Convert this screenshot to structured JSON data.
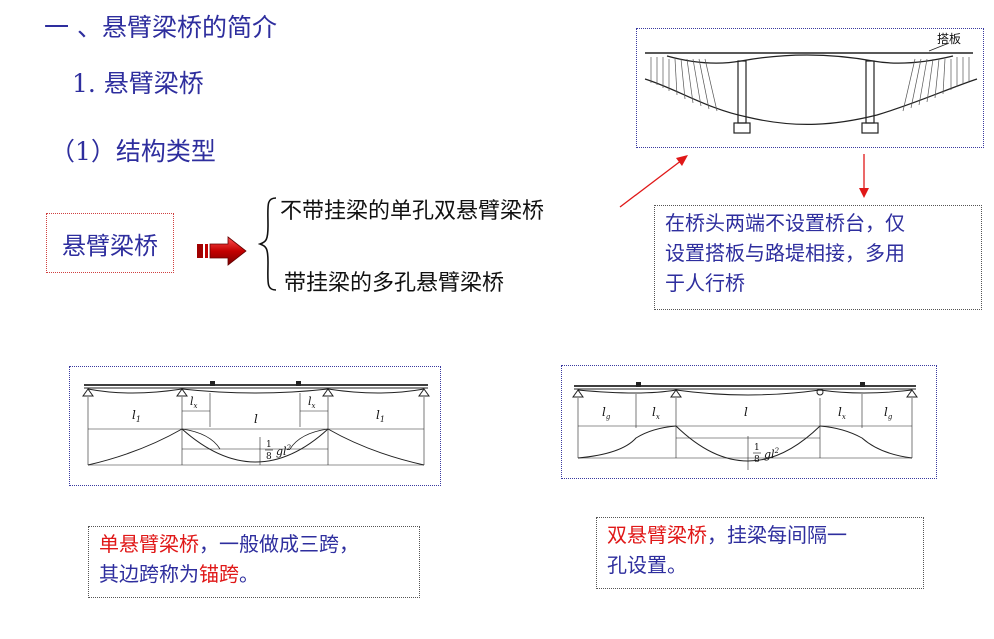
{
  "headings": {
    "h1": "一 、悬臂梁桥的简介",
    "h2": "1.  悬臂梁桥",
    "h3": "（1）结构类型"
  },
  "main": {
    "label": "悬臂梁桥",
    "branch1": "不带挂梁的单孔双悬臂梁桥",
    "branch2": "带挂梁的多孔悬臂梁桥"
  },
  "top_figure": {
    "label": "搭板"
  },
  "note_right": {
    "lines": [
      "在桥头两端不设置桥台，仅",
      "设置搭板与路堤相接，多用",
      "于人行桥"
    ]
  },
  "fig_left": {
    "labels": {
      "l1a": "l",
      "l1a_sub": "1",
      "lx1": "l",
      "lx1_sub": "x",
      "l": "l",
      "lx2": "l",
      "lx2_sub": "x",
      "l1b": "l",
      "l1b_sub": "1",
      "frac_num": "1",
      "frac_den": "8",
      "moment": "gl",
      "moment_sup": "2"
    }
  },
  "fig_right": {
    "labels": {
      "lg1": "l",
      "lg1_sub": "g",
      "lx1": "l",
      "lx1_sub": "x",
      "l": "l",
      "lx2": "l",
      "lx2_sub": "x",
      "lg2": "l",
      "lg2_sub": "g",
      "frac_num": "1",
      "frac_den": "8",
      "moment": "gl",
      "moment_sup": "2"
    }
  },
  "caption_left": {
    "part1": "单悬臂梁桥",
    "part2": "，一般做成三跨，",
    "part3": "其边跨称为",
    "part4": "锚跨",
    "part5": "。"
  },
  "caption_right": {
    "part1": "双悬臂梁桥",
    "part2": "，挂梁每间隔一",
    "part3": "孔设置。"
  },
  "colors": {
    "heading": "#2e2e9e",
    "accent_red": "#e01818",
    "arrow_red": "#e01818"
  }
}
